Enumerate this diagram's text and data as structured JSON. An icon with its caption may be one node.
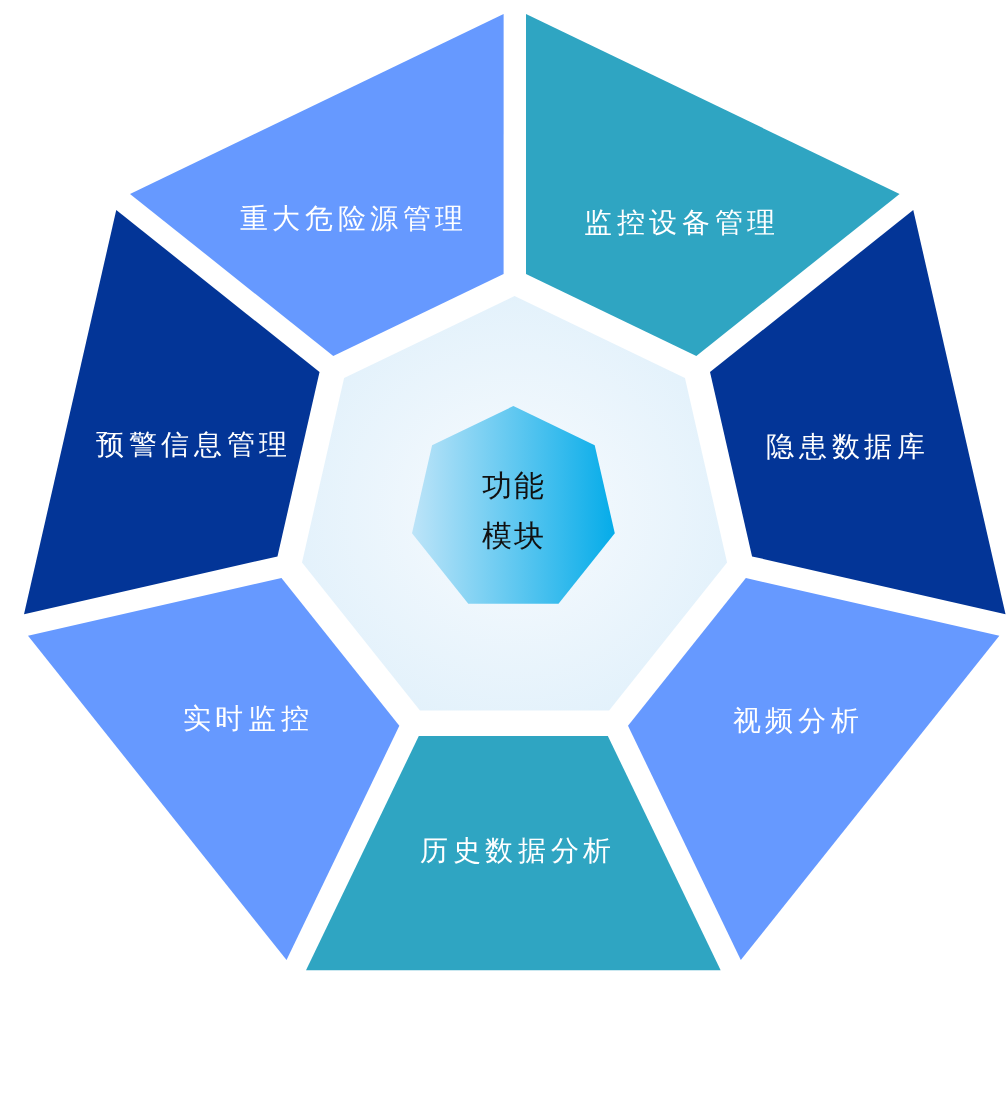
{
  "diagram": {
    "nodes": [
      {
        "text": [
          "重大危险源管理"
        ]
      },
      {
        "text": [
          "监控设备管理"
        ]
      },
      {
        "text": [
          "预警信息管理"
        ]
      },
      {
        "text": [],
        "shape": "heptagon"
      },
      {
        "text": [
          "功能模块"
        ],
        "in": 3
      },
      {
        "text": [
          "隐患数据库"
        ]
      },
      {
        "text": [
          "实时监控"
        ]
      },
      {
        "text": [
          "视频分析"
        ]
      },
      {
        "text": [
          "历史数据分析"
        ]
      }
    ]
  }
}
